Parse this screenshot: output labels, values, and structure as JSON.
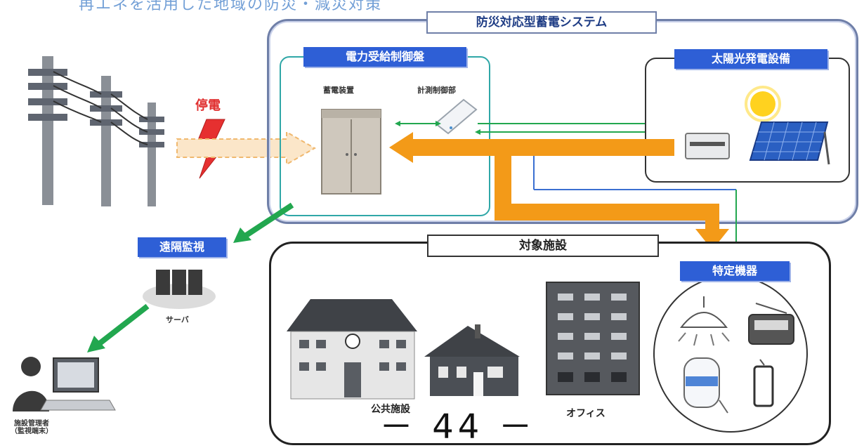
{
  "header_text": "再エネを活用した地域の防災・減災対策",
  "system": {
    "title": "防災対応型蓄電システム",
    "power_panel": {
      "label": "電力受給制御盤",
      "storage_label": "蓄電装置",
      "control_label": "計測制御部"
    },
    "solar": {
      "label": "太陽光発電設備"
    }
  },
  "outage_label": "停電",
  "remote": {
    "label": "遠隔監視",
    "server_label": "サーバ",
    "manager_label": "施設管理者",
    "manager_sub": "（監視端末）"
  },
  "target": {
    "title": "対象施設",
    "public_label": "公共施設",
    "office_label": "オフィス",
    "devices_label": "特定機器"
  },
  "page_number": "－ 44 －",
  "colors": {
    "accent_blue": "#2e5fd6",
    "power_arrow": "#f39a18",
    "remote_arrow": "#22a74f",
    "outage_red": "#e03030"
  }
}
